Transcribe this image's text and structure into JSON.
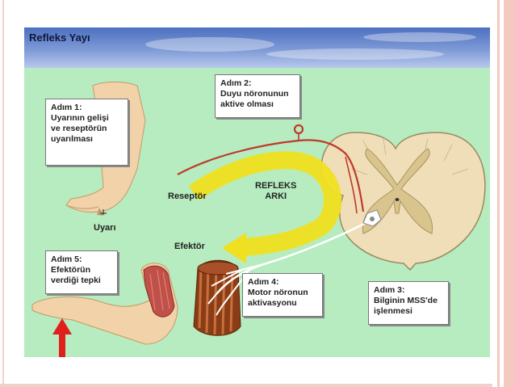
{
  "figure": {
    "title": "Refleks Yayı"
  },
  "steps": [
    {
      "id": "adim-1",
      "text": "Adım 1:\nUyarının gelişi\nve reseptörün\nuyarılması"
    },
    {
      "id": "adim-2",
      "text": "Adım 2:\nDuyu nöronunun\naktive olması"
    },
    {
      "id": "adim-3",
      "text": "Adım 3:\nBilginin MSS'de\nişlenmesi"
    },
    {
      "id": "adim-4",
      "text": "Adım 4:\nMotor nöronun\naktivasyonu"
    },
    {
      "id": "adim-5",
      "text": "Adım 5:\nEfektörün\nverdiği tepki"
    }
  ],
  "labels": {
    "reseptor": "Reseptör",
    "refleks_arki": "REFLEKS\nARKI",
    "efektor": "Efektör",
    "uyari": "Uyarı"
  },
  "colors": {
    "background": "#b6ecbf",
    "sensory_neuron": "#c0392b",
    "reflex_arrow": "#f0e020",
    "stimulus_arrow": "#e0201c",
    "spinal_cord": "#efdeb8",
    "grey_matter": "#d9c48e"
  }
}
